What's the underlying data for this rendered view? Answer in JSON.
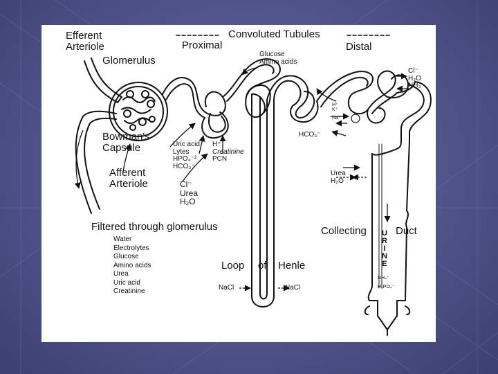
{
  "diagram": {
    "headers": {
      "efferent_arteriole": [
        "Efferent",
        "Arteriole"
      ],
      "convoluted_tubules": "Convoluted Tubules",
      "proximal": "Proximal",
      "distal": "Distal",
      "glomerulus": "Glomerulus",
      "bowmans_capsule": [
        "Bowman's",
        "Capsule"
      ],
      "afferent_arteriole": [
        "Afferent",
        "Arteriole"
      ],
      "loop": "Loop",
      "of": "of",
      "henle": "Henle",
      "collecting": "Collecting",
      "duct": "Duct"
    },
    "proximal_reabsorbed": [
      "Glucose",
      "Amino acids"
    ],
    "proximal_secreted_left": [
      "Uric acid",
      "Lytes",
      "HPO₄⁻²",
      "HCO₃⁻"
    ],
    "proximal_secreted_right": [
      "H⁺",
      "Creatinine",
      "PCN"
    ],
    "proximal_lower": [
      "Cl⁻",
      "Urea",
      "H₂O"
    ],
    "distal_right": [
      "Cl⁻",
      "H₂O",
      "NH₃"
    ],
    "distal_ions": [
      "H⁺",
      "K⁺",
      "Na⁺"
    ],
    "distal_hco3": "HCO₃⁻",
    "collecting_exchange": [
      "Urea",
      "H₂O"
    ],
    "urine_letters": [
      "U",
      "R",
      "I",
      "N",
      "E"
    ],
    "urine_bottom": [
      "NH₄⁺",
      "H₂PO₄⁻"
    ],
    "nacl_left": "NaCl",
    "nacl_right": "NaCl",
    "filtered_title": "Filtered through glomerulus",
    "filtered_items": [
      "Water",
      "Electrolytes",
      "Glucose",
      "Amino acids",
      "Urea",
      "Uric acid",
      "Creatinine"
    ]
  },
  "colors": {
    "background": "#4b4e84",
    "panel": "#ffffff",
    "ink": "#111111"
  }
}
